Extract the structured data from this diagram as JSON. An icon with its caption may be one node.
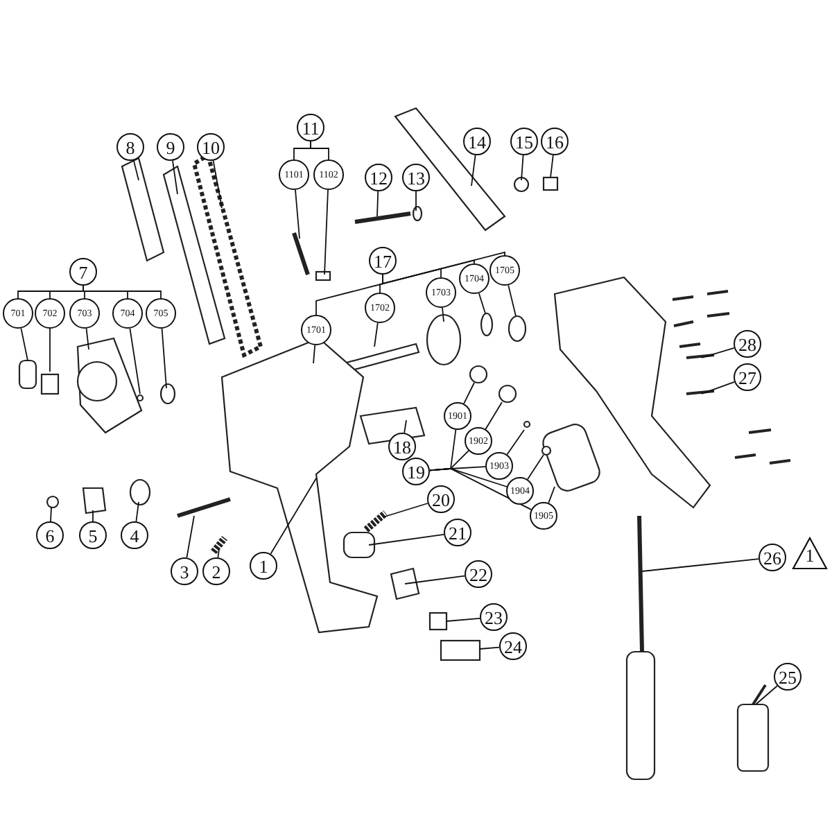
{
  "diagram": {
    "nodes": [
      {
        "text": [
          "11"
        ]
      },
      {
        "text": [
          "1101"
        ]
      },
      {
        "text": [
          "1102"
        ]
      },
      {
        "text": [
          "8"
        ]
      },
      {
        "text": [
          "9"
        ]
      },
      {
        "text": [
          "10"
        ]
      },
      {
        "text": [
          "14"
        ]
      },
      {
        "text": [
          "15"
        ]
      },
      {
        "text": [
          "16"
        ]
      },
      {
        "text": [
          "12"
        ]
      },
      {
        "text": [
          "13"
        ]
      },
      {
        "text": [
          "7"
        ]
      },
      {
        "text": [
          "701"
        ]
      },
      {
        "text": [
          "702"
        ]
      },
      {
        "text": [
          "703"
        ]
      },
      {
        "text": [
          "704"
        ]
      },
      {
        "text": [
          "705"
        ]
      },
      {
        "text": [
          "17"
        ]
      },
      {
        "text": [
          "1701"
        ]
      },
      {
        "text": [
          "1702"
        ]
      },
      {
        "text": [
          "1703"
        ]
      },
      {
        "text": [
          "1704"
        ]
      },
      {
        "text": [
          "1705"
        ]
      },
      {
        "text": [
          "28"
        ]
      },
      {
        "text": [
          "27"
        ]
      },
      {
        "text": [
          "1901"
        ]
      },
      {
        "text": [
          "1902"
        ]
      },
      {
        "text": [
          "1903"
        ]
      },
      {
        "text": [
          "1904"
        ]
      },
      {
        "text": [
          "1905"
        ]
      },
      {
        "text": [
          "18"
        ]
      },
      {
        "text": [
          "19"
        ]
      },
      {
        "text": [
          "20"
        ]
      },
      {
        "text": [
          "21"
        ]
      },
      {
        "text": [
          "6"
        ]
      },
      {
        "text": [
          "5"
        ]
      },
      {
        "text": [
          "4"
        ]
      },
      {
        "text": [
          "26"
        ]
      },
      {
        "text": [
          "1"
        ]
      },
      {
        "text": [
          "3"
        ]
      },
      {
        "text": [
          "2"
        ]
      },
      {
        "text": [
          "1"
        ]
      },
      {
        "text": [
          "22"
        ]
      },
      {
        "text": [
          "23"
        ]
      },
      {
        "text": [
          "24"
        ]
      },
      {
        "text": [
          "25"
        ]
      }
    ],
    "edges": [
      {
        "from": 0,
        "to": 1,
        "arrow": "none"
      },
      {
        "from": 0,
        "to": 2,
        "arrow": "none"
      },
      {
        "from": 1,
        "to": null,
        "arrow": "none"
      },
      {
        "from": 2,
        "to": null,
        "arrow": "none"
      },
      {
        "from": 3,
        "to": null,
        "arrow": "none"
      },
      {
        "from": 4,
        "to": null,
        "arrow": "none"
      },
      {
        "from": 5,
        "to": null,
        "arrow": "none"
      },
      {
        "from": 6,
        "to": null,
        "arrow": "none"
      },
      {
        "from": 7,
        "to": null,
        "arrow": "none"
      },
      {
        "from": 8,
        "to": null,
        "arrow": "none"
      },
      {
        "from": 9,
        "to": null,
        "arrow": "none"
      },
      {
        "from": 10,
        "to": null,
        "arrow": "none"
      },
      {
        "from": 11,
        "to": 12,
        "arrow": "none"
      },
      {
        "from": 11,
        "to": 13,
        "arrow": "none"
      },
      {
        "from": 11,
        "to": 14,
        "arrow": "none"
      },
      {
        "from": 11,
        "to": 15,
        "arrow": "none"
      },
      {
        "from": 11,
        "to": 16,
        "arrow": "none"
      },
      {
        "from": 12,
        "to": null,
        "arrow": "none"
      },
      {
        "from": 13,
        "to": null,
        "arrow": "none"
      },
      {
        "from": 14,
        "to": null,
        "arrow": "none"
      },
      {
        "from": 15,
        "to": null,
        "arrow": "none"
      },
      {
        "from": 16,
        "to": null,
        "arrow": "none"
      },
      {
        "from": 17,
        "to": 18,
        "arrow": "none"
      },
      {
        "from": 17,
        "to": 19,
        "arrow": "none"
      },
      {
        "from": 17,
        "to": 20,
        "arrow": "none"
      },
      {
        "from": 17,
        "to": 21,
        "arrow": "none"
      },
      {
        "from": 17,
        "to": 22,
        "arrow": "none"
      },
      {
        "from": 18,
        "to": null,
        "arrow": "none"
      },
      {
        "from": 19,
        "to": null,
        "arrow": "none"
      },
      {
        "from": 20,
        "to": null,
        "arrow": "none"
      },
      {
        "from": 21,
        "to": null,
        "arrow": "none"
      },
      {
        "from": 22,
        "to": null,
        "arrow": "none"
      },
      {
        "from": 23,
        "to": null,
        "arrow": "none"
      },
      {
        "from": 24,
        "to": null,
        "arrow": "none"
      },
      {
        "from": 25,
        "to": null,
        "arrow": "none"
      },
      {
        "from": 26,
        "to": null,
        "arrow": "none"
      },
      {
        "from": 27,
        "to": null,
        "arrow": "none"
      },
      {
        "from": 28,
        "to": null,
        "arrow": "none"
      },
      {
        "from": 29,
        "to": null,
        "arrow": "none"
      },
      {
        "from": 30,
        "to": null,
        "arrow": "none"
      },
      {
        "from": 31,
        "to": 25,
        "arrow": "none"
      },
      {
        "from": 31,
        "to": 26,
        "arrow": "none"
      },
      {
        "from": 31,
        "to": 27,
        "arrow": "none"
      },
      {
        "from": 31,
        "to": 28,
        "arrow": "none"
      },
      {
        "from": 31,
        "to": 29,
        "arrow": "none"
      },
      {
        "from": 32,
        "to": null,
        "arrow": "none"
      },
      {
        "from": 33,
        "to": null,
        "arrow": "none"
      },
      {
        "from": 34,
        "to": null,
        "arrow": "none"
      },
      {
        "from": 35,
        "to": null,
        "arrow": "none"
      },
      {
        "from": 36,
        "to": null,
        "arrow": "none"
      },
      {
        "from": 37,
        "to": null,
        "arrow": "none"
      },
      {
        "from": 39,
        "to": null,
        "arrow": "none"
      },
      {
        "from": 40,
        "to": null,
        "arrow": "none"
      },
      {
        "from": 41,
        "to": null,
        "arrow": "none"
      },
      {
        "from": 42,
        "to": null,
        "arrow": "none"
      },
      {
        "from": 43,
        "to": null,
        "arrow": "none"
      },
      {
        "from": 44,
        "to": null,
        "arrow": "none"
      },
      {
        "from": 45,
        "to": null,
        "arrow": "none"
      }
    ]
  }
}
